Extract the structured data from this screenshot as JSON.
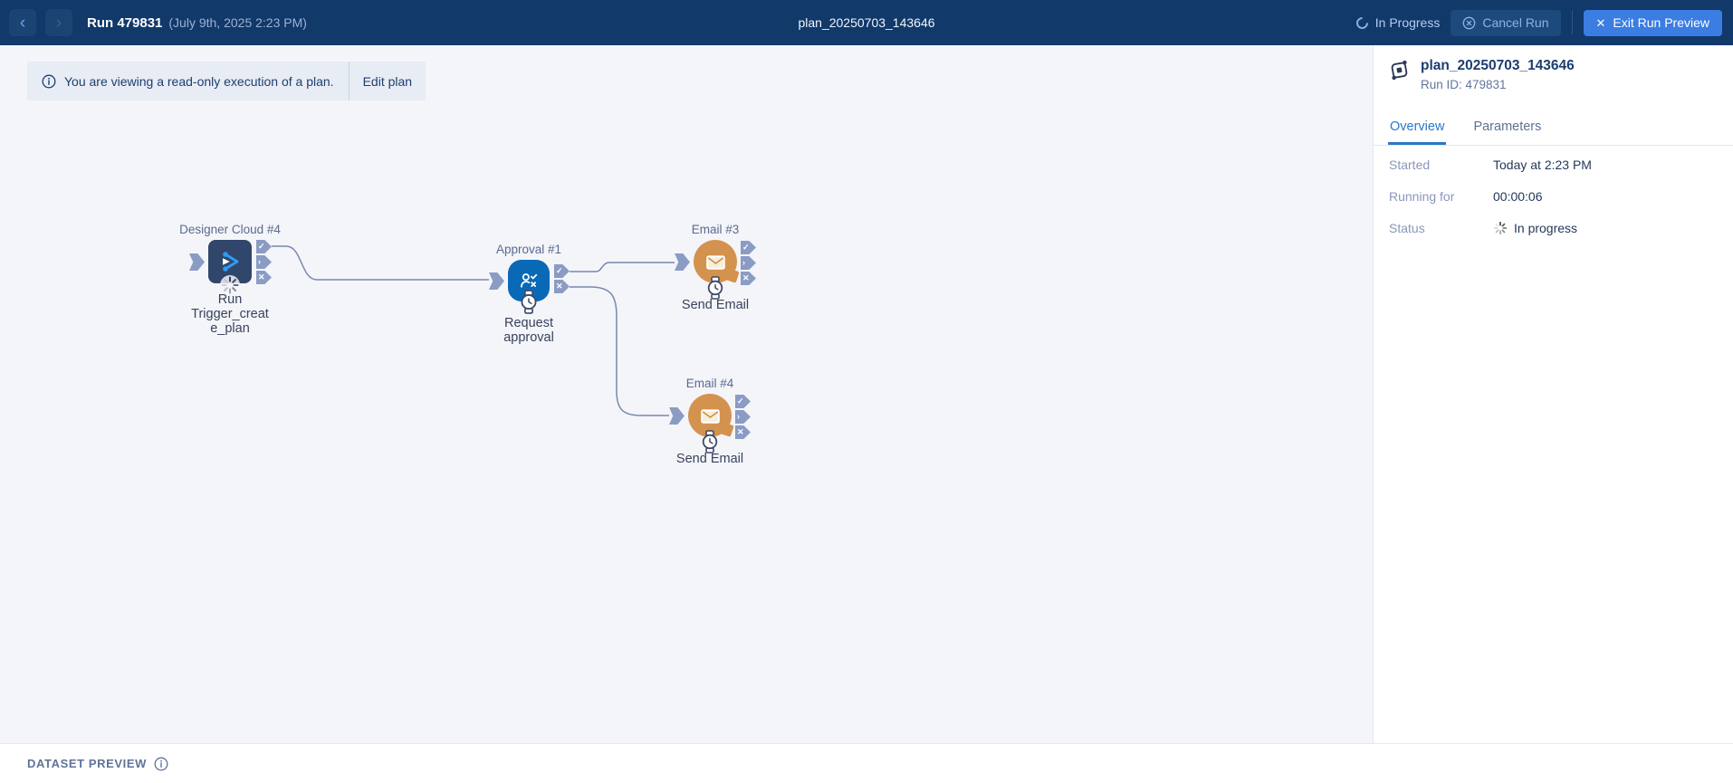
{
  "topbar": {
    "run_label": "Run 479831",
    "run_date": "(July 9th, 2025 2:23 PM)",
    "plan_title": "plan_20250703_143646",
    "status_label": "In Progress",
    "cancel_label": "Cancel Run",
    "exit_label": "Exit Run Preview"
  },
  "banner": {
    "message": "You are viewing a read-only execution of a plan.",
    "action": "Edit plan"
  },
  "canvas": {
    "nodes": [
      {
        "type": "designer-cloud",
        "label": "Designer Cloud #4",
        "name": "Run Trigger_create_plan",
        "state": "running"
      },
      {
        "type": "approval",
        "label": "Approval #1",
        "name": "Request approval",
        "state": "pending"
      },
      {
        "type": "email",
        "label": "Email #3",
        "name": "Send Email",
        "state": "pending"
      },
      {
        "type": "email",
        "label": "Email #4",
        "name": "Send Email",
        "state": "pending"
      }
    ]
  },
  "panel": {
    "title": "plan_20250703_143646",
    "run_id": "Run ID: 479831",
    "tabs": [
      {
        "label": "Overview",
        "active": true
      },
      {
        "label": "Parameters",
        "active": false
      }
    ],
    "details": [
      {
        "label": "Started",
        "value": "Today at 2:23 PM"
      },
      {
        "label": "Running for",
        "value": "00:00:06"
      },
      {
        "label": "Status",
        "value": "In progress",
        "icon": "spinner"
      }
    ]
  },
  "footer": {
    "label": "DATASET PREVIEW"
  },
  "colors": {
    "topbar_bg": "#11396a",
    "accent_blue": "#3b7de2",
    "canvas_bg": "#f4f5f9",
    "node_navy": "#31466b",
    "node_blue": "#0a69b7",
    "node_orange": "#d4924f",
    "port_gray": "#8a9cc4",
    "tab_active": "#2778c6",
    "banner_bg": "#e8ecf5"
  }
}
